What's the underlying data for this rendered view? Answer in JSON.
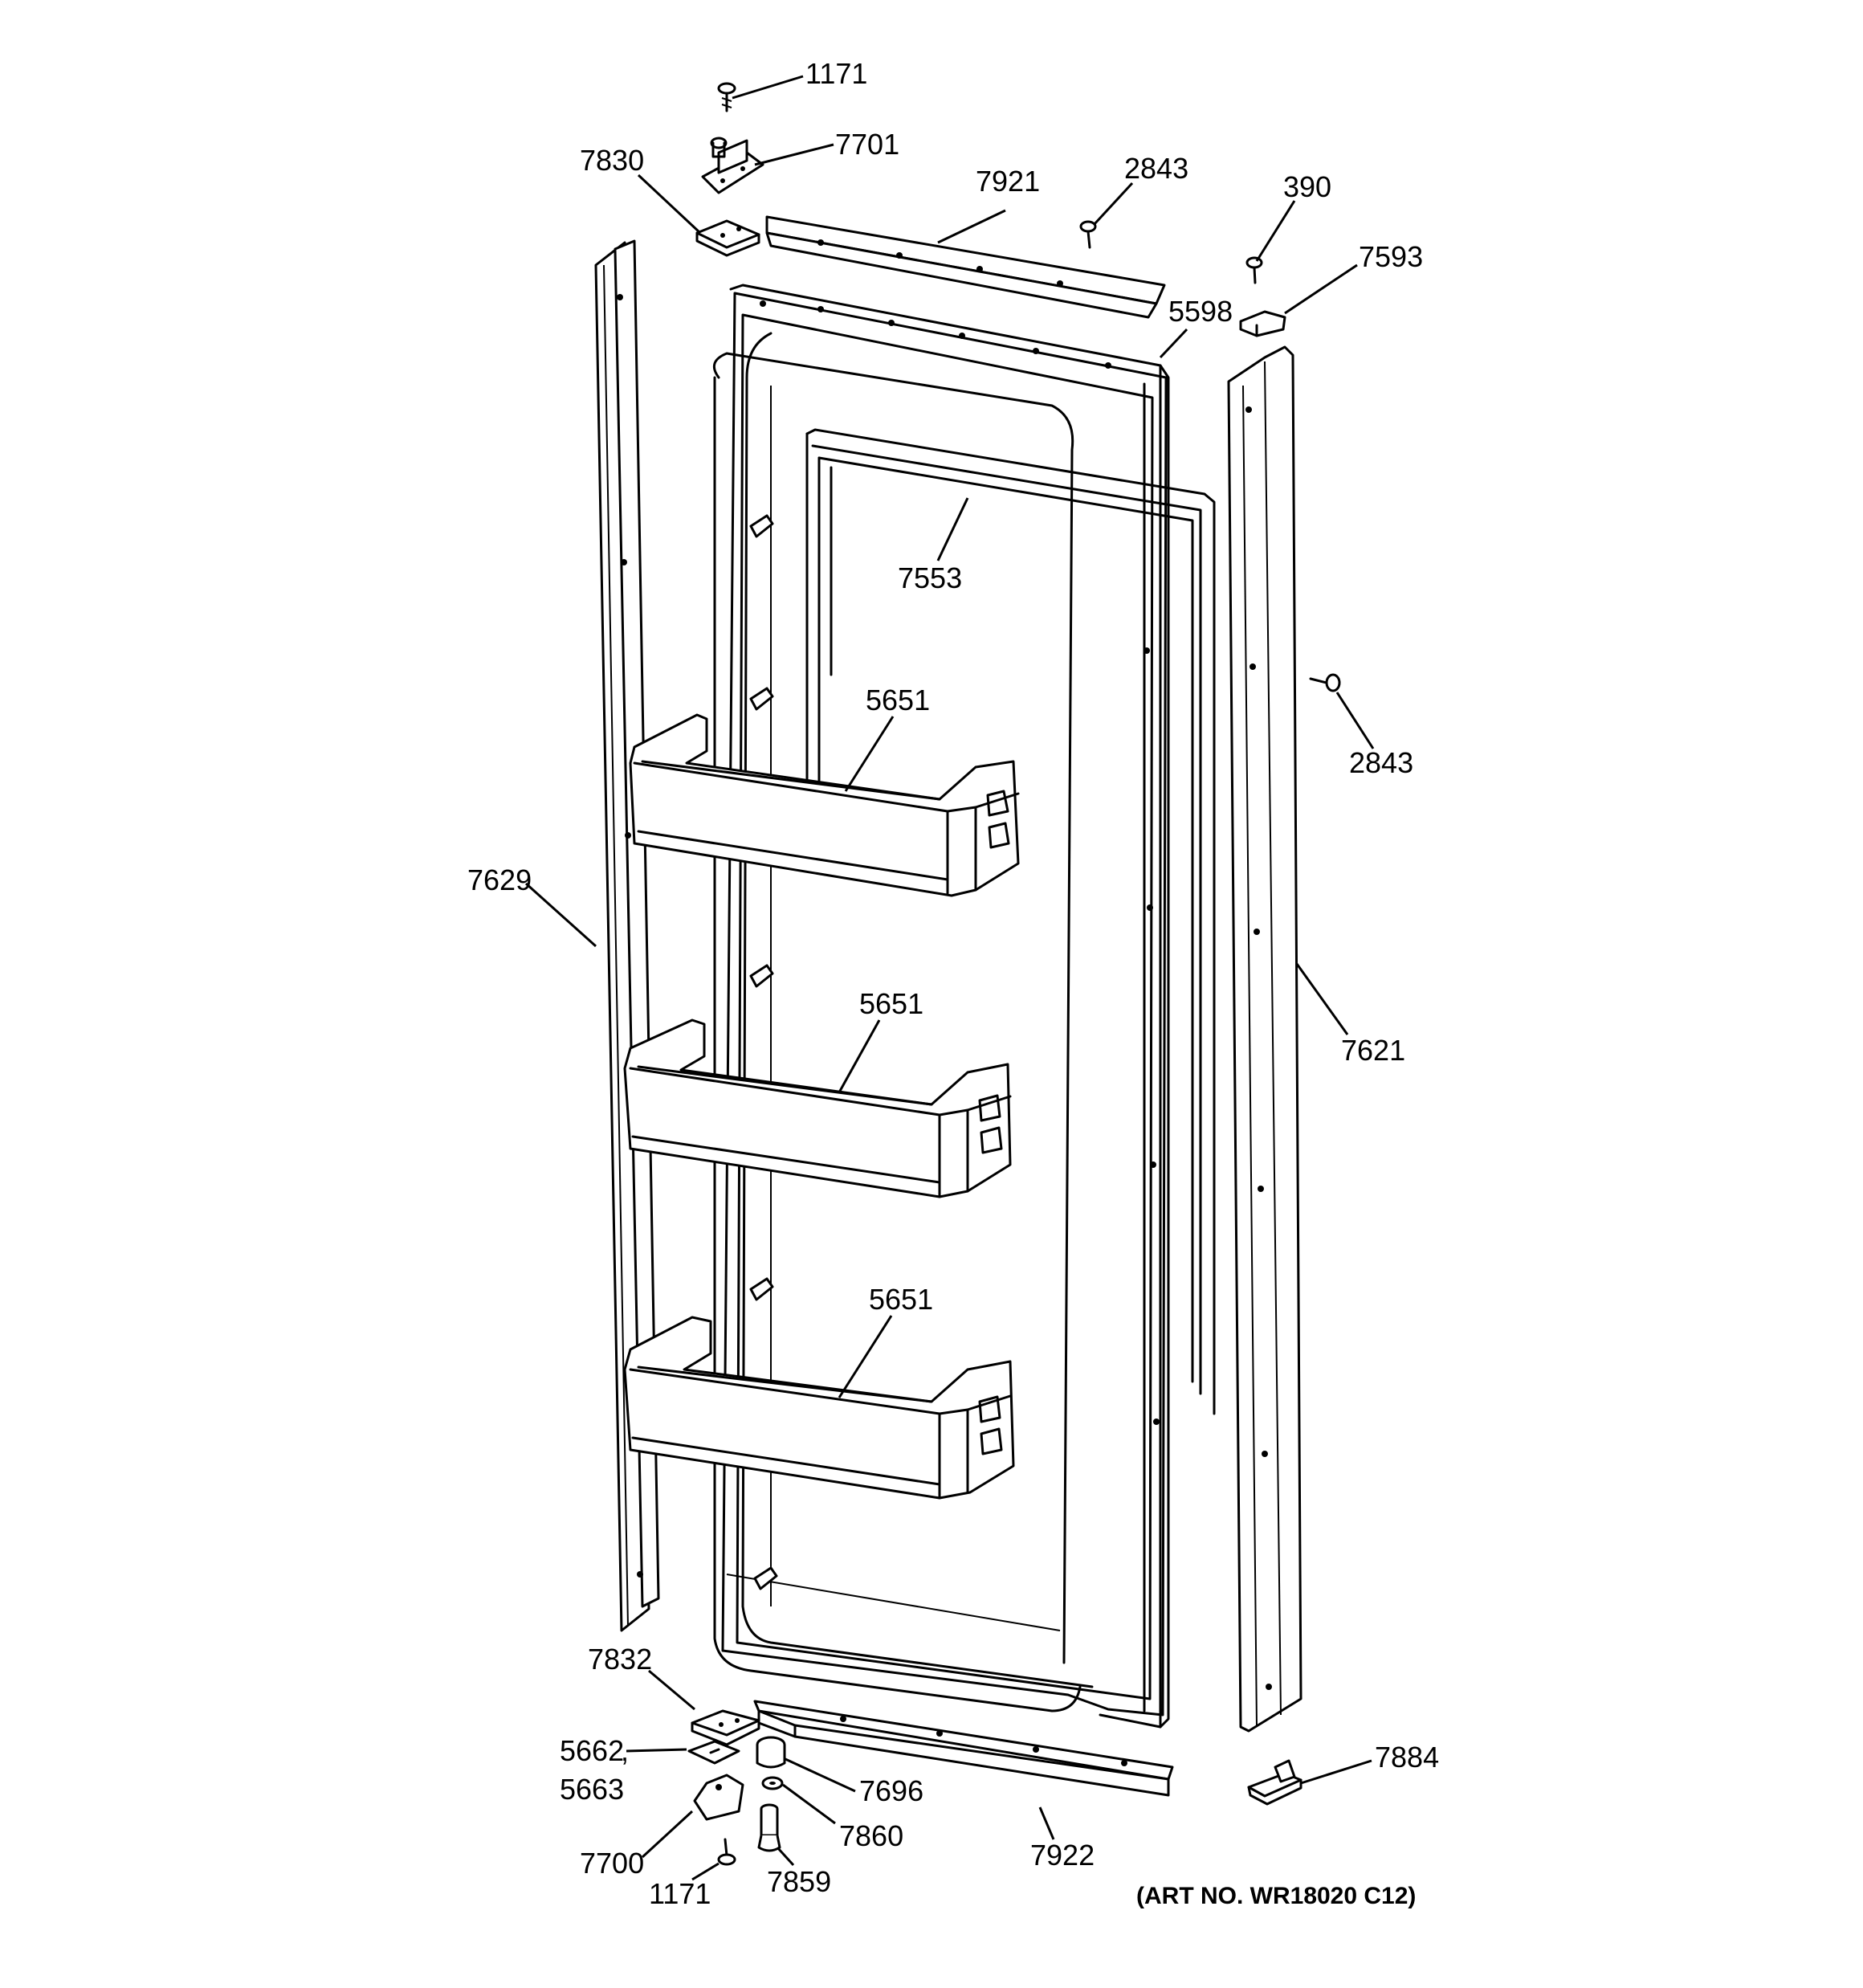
{
  "callouts": {
    "c1171_top": "1171",
    "c7701": "7701",
    "c7830": "7830",
    "c7921": "7921",
    "c2843_top": "2843",
    "c390": "390",
    "c7593": "7593",
    "c5598": "5598",
    "c7553": "7553",
    "c5651_a": "5651",
    "c5651_b": "5651",
    "c5651_c": "5651",
    "c2843_right": "2843",
    "c7629": "7629",
    "c7621": "7621",
    "c7832": "7832",
    "c5662": "5662",
    "c5663": "5663",
    "c7696": "7696",
    "c7860": "7860",
    "c7700": "7700",
    "c1171_bottom": "1171",
    "c7859": "7859",
    "c7922": "7922",
    "c7884": "7884"
  },
  "art_number": "(ART NO. WR18020 C12)"
}
